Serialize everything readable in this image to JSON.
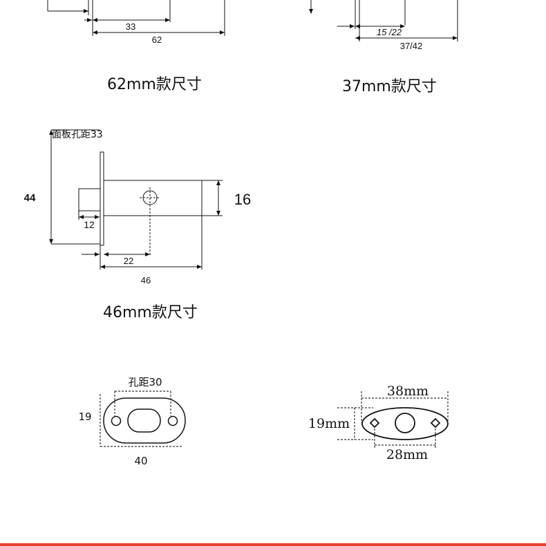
{
  "drawing_62": {
    "dims": [
      "33",
      "62"
    ],
    "caption": "62mm款尺寸"
  },
  "drawing_37": {
    "dims": [
      "15 /22",
      "37/42"
    ],
    "caption": "37mm款尺寸"
  },
  "drawing_46": {
    "panel_label": "面板孔距33",
    "height": "44",
    "diameter": "16",
    "stub": "12",
    "hole_offset": "22",
    "length": "46",
    "caption": "46mm款尺寸"
  },
  "plate_a": {
    "hole_pitch": "孔距30",
    "height": "19",
    "width": "40"
  },
  "plate_b": {
    "width": "38mm",
    "height": "19mm",
    "hole_pitch": "28mm"
  },
  "colors": {
    "line": "#111111",
    "dash": "#555555",
    "accent": "#e8412c"
  }
}
